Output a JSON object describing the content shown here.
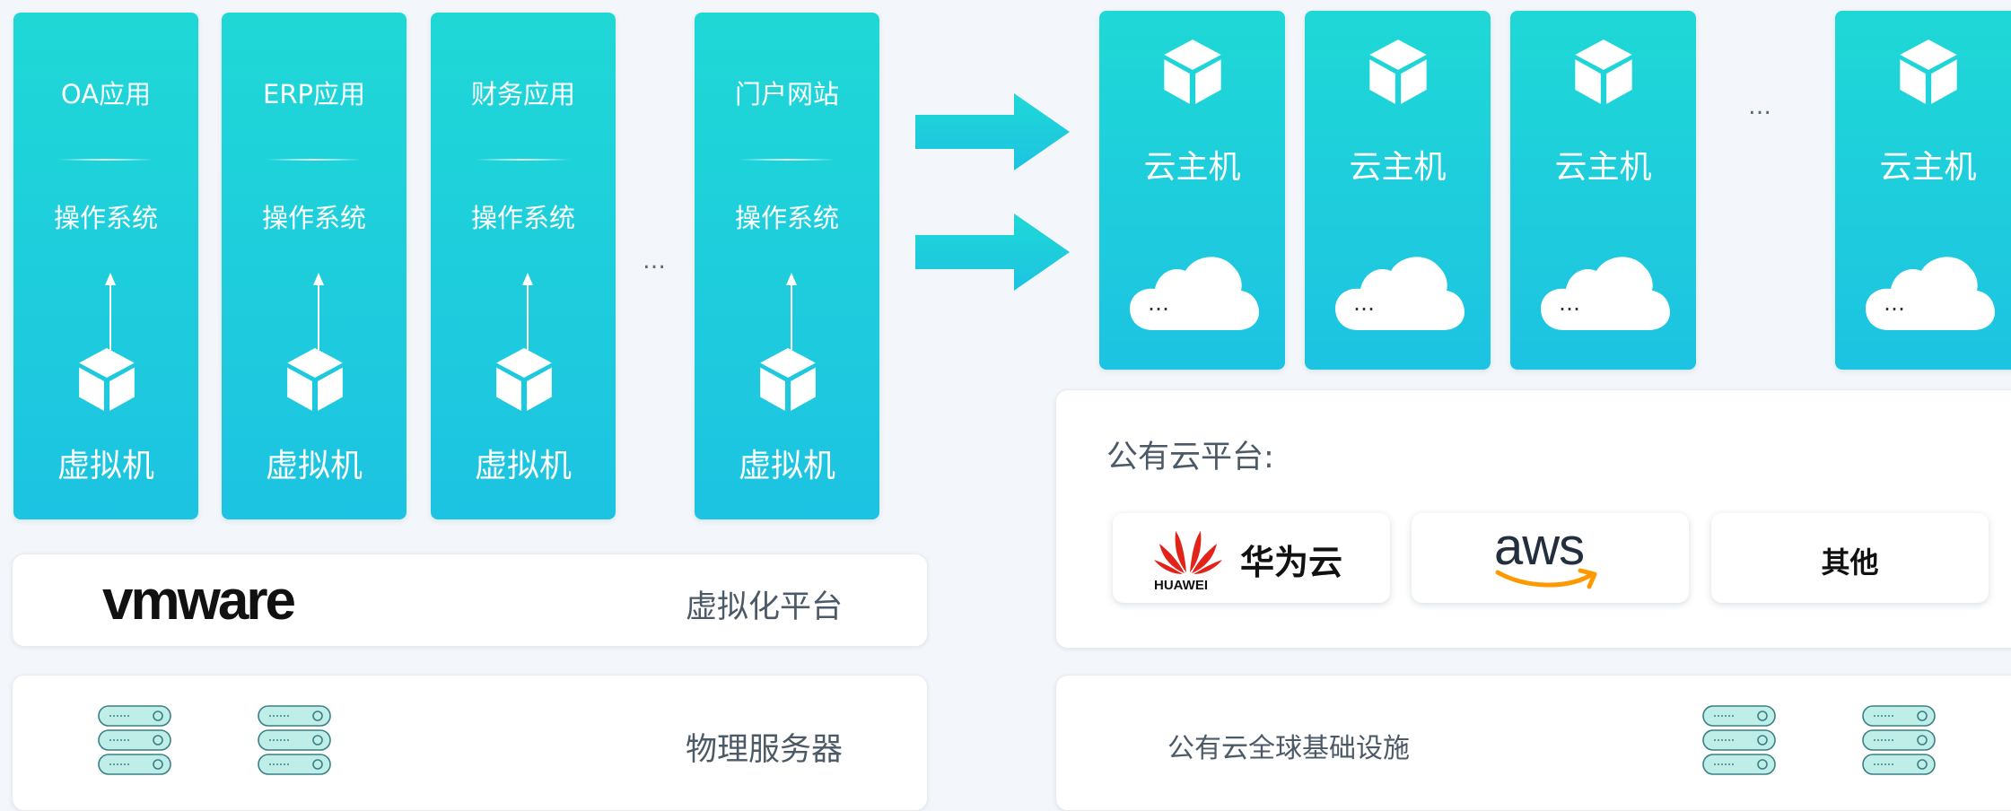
{
  "left_columns": [
    {
      "app": "OA应用",
      "os": "操作系统",
      "vm": "虚拟机"
    },
    {
      "app": "ERP应用",
      "os": "操作系统",
      "vm": "虚拟机"
    },
    {
      "app": "财务应用",
      "os": "操作系统",
      "vm": "虚拟机"
    },
    {
      "app": "门户网站",
      "os": "操作系统",
      "vm": "虚拟机"
    }
  ],
  "left_ellipsis": "…",
  "virtualization": {
    "logo_text": "vmware",
    "label": "虚拟化平台"
  },
  "physical": {
    "label": "物理服务器"
  },
  "cloud_hosts": [
    {
      "label": "云主机",
      "cloud_text": "…"
    },
    {
      "label": "云主机",
      "cloud_text": "…"
    },
    {
      "label": "云主机",
      "cloud_text": "…"
    },
    {
      "label": "云主机",
      "cloud_text": "…"
    }
  ],
  "cloud_ellipsis": "…",
  "public_cloud": {
    "title": "公有云平台:",
    "vendors": [
      {
        "name": "华为云",
        "logo_caption": "HUAWEI"
      },
      {
        "name": "aws"
      },
      {
        "name": "其他"
      }
    ]
  },
  "infrastructure": {
    "label": "公有云全球基础设施"
  },
  "colors": {
    "accent_top": "#1fd8d6",
    "accent_bottom": "#1dc3e2",
    "huawei_red": "#e2231a",
    "aws_orange": "#ff9900"
  }
}
